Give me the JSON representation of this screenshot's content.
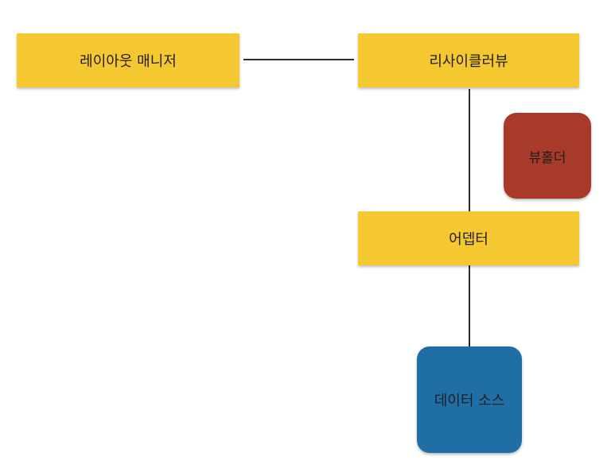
{
  "nodes": {
    "layout_manager": {
      "label": "레이아웃 매니저",
      "color": "#f5c731"
    },
    "recyclerview": {
      "label": "리사이클러뷰",
      "color": "#f5c731"
    },
    "viewholder": {
      "label": "뷰홀더",
      "color": "#a83a2a"
    },
    "adapter": {
      "label": "어뎁터",
      "color": "#f5c731"
    },
    "data_source": {
      "label": "데이터 소스",
      "color": "#1f6fa6"
    }
  },
  "edges": [
    {
      "from": "layout_manager",
      "to": "recyclerview"
    },
    {
      "from": "recyclerview",
      "to": "adapter"
    },
    {
      "from": "adapter",
      "to": "data_source"
    }
  ]
}
